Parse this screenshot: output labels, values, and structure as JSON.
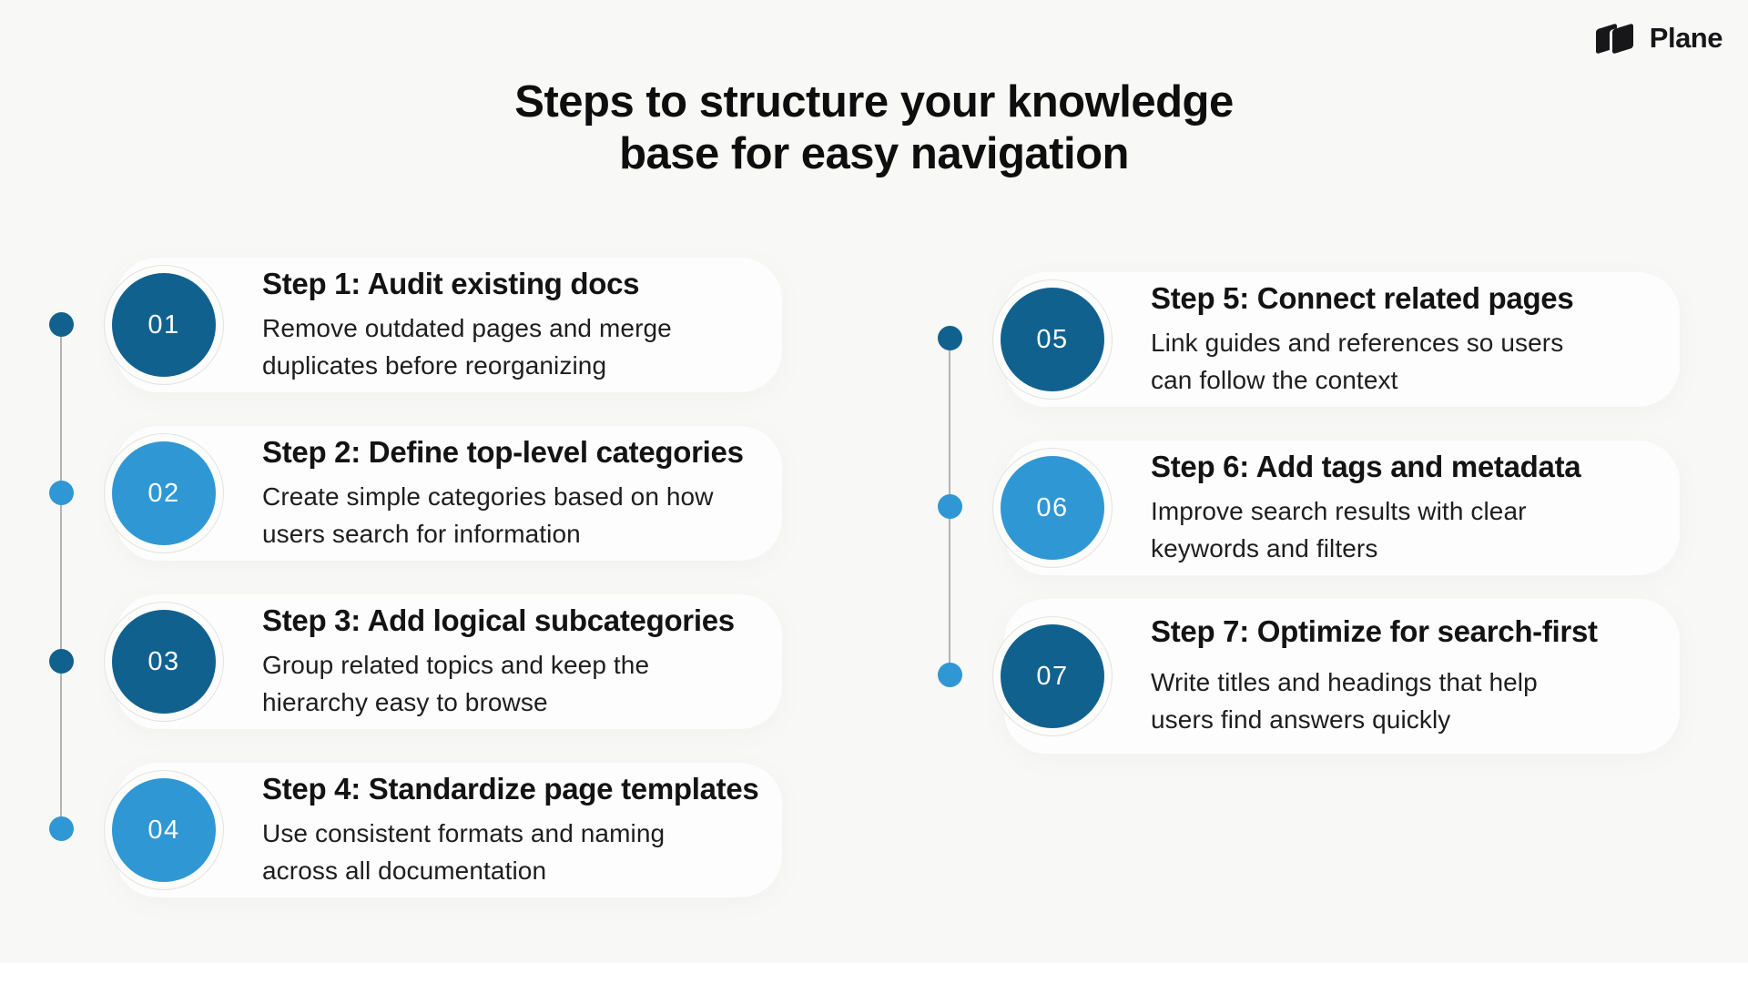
{
  "logo": {
    "text": "Plane"
  },
  "title": {
    "line1": "Steps to structure your knowledge",
    "line2": "base for easy navigation"
  },
  "colors": {
    "dark": "#11618f",
    "light": "#2f97d4",
    "timeline_line": "#b3b3b1"
  },
  "steps": [
    {
      "number": "01",
      "column": "left",
      "variant": "dark",
      "dot_variant": "dark",
      "title": "Step 1: Audit existing docs",
      "description": "Remove outdated pages and merge\nduplicates before reorganizing"
    },
    {
      "number": "02",
      "column": "left",
      "variant": "light",
      "dot_variant": "light",
      "title": "Step 2: Define top-level categories",
      "description": "Create simple categories based on how\nusers search for information"
    },
    {
      "number": "03",
      "column": "left",
      "variant": "dark",
      "dot_variant": "dark",
      "title": "Step 3: Add logical subcategories",
      "description": "Group related topics and keep the\nhierarchy easy to browse"
    },
    {
      "number": "04",
      "column": "left",
      "variant": "light",
      "dot_variant": "light",
      "title": "Step 4: Standardize page templates",
      "description": "Use consistent formats and naming\nacross all documentation"
    },
    {
      "number": "05",
      "column": "right",
      "variant": "dark",
      "dot_variant": "dark",
      "title": "Step 5: Connect related pages",
      "description": "Link guides and references so users\ncan follow the context"
    },
    {
      "number": "06",
      "column": "right",
      "variant": "light",
      "dot_variant": "light",
      "title": "Step 6: Add tags and metadata",
      "description": "Improve search results with clear\nkeywords and filters"
    },
    {
      "number": "07",
      "column": "right",
      "variant": "dark",
      "dot_variant": "light",
      "title": "Step 7: Optimize for search-first",
      "description": "Write titles and headings that help\nusers find answers quickly"
    }
  ]
}
